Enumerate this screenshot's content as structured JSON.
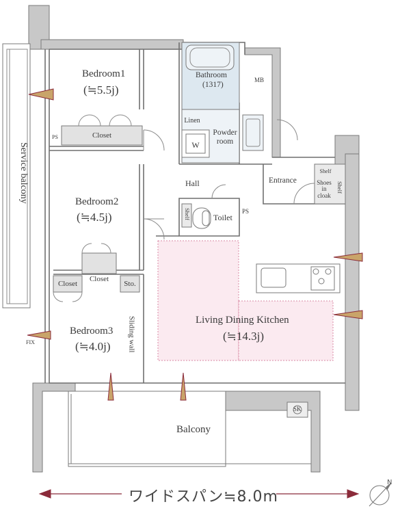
{
  "rooms": {
    "bedroom1": {
      "name": "Bedroom1",
      "size": "(≒5.5j)"
    },
    "bedroom2": {
      "name": "Bedroom2",
      "size": "(≒4.5j)"
    },
    "bedroom3": {
      "name": "Bedroom3",
      "size": "(≒4.0j)"
    },
    "ldk": {
      "name": "Living Dining Kitchen",
      "size": "(≒14.3j)"
    },
    "bathroom": {
      "name": "Bathroom",
      "size": "(1317)"
    },
    "powder": {
      "name": "Powder room"
    },
    "toilet": {
      "name": "Toilet"
    },
    "hall": {
      "name": "Hall"
    },
    "entrance": {
      "name": "Entrance"
    },
    "balcony": {
      "name": "Balcony"
    },
    "service_balcony": {
      "name": "Service balcony"
    }
  },
  "fixtures": {
    "closet_b1": "Closet",
    "closet_b2": "Closet",
    "closet_b3": "Closet",
    "linen": "Linen",
    "washer": "W",
    "shoes_in_cloak": "Shoes in cloak",
    "shelf_entrance_top": "Shelf",
    "shelf_entrance_side": "Shelf",
    "shelf_toilet": "Shelf",
    "sto": "Sto.",
    "sliding_wall": "Sliding wall",
    "mb": "MB",
    "ps_west": "PS",
    "ps_toilet": "PS",
    "sk": "SK",
    "fix": "FIX"
  },
  "footer": {
    "wide_span": "ワイドスパン≒8.0m"
  },
  "compass": {
    "north": "N"
  },
  "colors": {
    "wall": "#bcbcbc",
    "wall_line": "#7a7a7a",
    "wet_area": "#dde8f0",
    "ldk_zone": "#fbeaf0",
    "ldk_dash": "#d88aa5",
    "closet": "#e6e6e6",
    "arrow": "#8b2b3a"
  }
}
